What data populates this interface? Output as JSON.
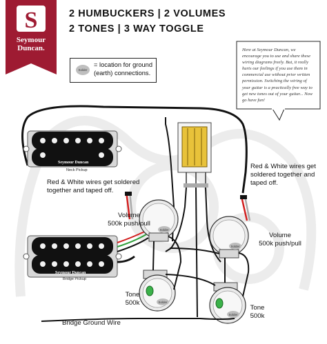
{
  "header": {
    "title_line1": "2 HUMBUCKERS | 2 VOLUMES",
    "title_line2": "2 TONES | 3 WAY TOGGLE"
  },
  "brand": {
    "logo_letter": "S",
    "line1": "Seymour",
    "line2": "Duncan.",
    "color": "#9e1b32"
  },
  "legend": {
    "solder_label": "Solder",
    "text": "= location for ground (earth) connections."
  },
  "note": {
    "text": "Here at Seymour Duncan, we encourage you to use and share these wiring diagrams freely. But, it really hurts our feelings if you use them in commercial use without prior written permission. Switching the wiring of your guitar is a practically free way to get new tones out of your guitar... Now go have fun!"
  },
  "pickups": {
    "neck": {
      "brand": "Seymour Duncan",
      "caption": "Neck Pickup"
    },
    "bridge": {
      "brand": "Seymour Duncan",
      "caption": "Bridge Pickup"
    }
  },
  "callouts": {
    "neck_red_white": "Red & White wires get soldered together and taped off.",
    "bridge_red_white": "Red & White wires get soldered together and taped off."
  },
  "controls": {
    "volume1": {
      "line1": "Volume",
      "line2": "500k push/pull"
    },
    "volume2": {
      "line1": "Volume",
      "line2": "500k push/pull"
    },
    "tone1": {
      "line1": "Tone",
      "line2": "500k"
    },
    "tone2": {
      "line1": "Tone",
      "line2": "500k"
    },
    "solder_mark": "Solder"
  },
  "wires": {
    "ground_label": "Bridge Ground Wire"
  },
  "colors": {
    "wire_black": "#111111",
    "wire_red": "#d21f1f",
    "wire_green": "#2e9e3a",
    "switch_yellow": "#e8c23a",
    "pot_gray": "#cfcfcf",
    "solder_gray": "#bdbdbd",
    "cap_green": "#3bb24a"
  }
}
